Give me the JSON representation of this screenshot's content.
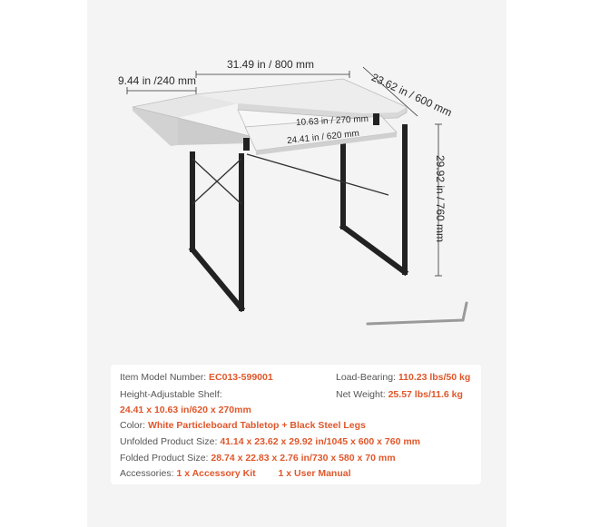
{
  "dimensions": {
    "side_width": "9.44 in /240 mm",
    "width": "31.49 in / 800 mm",
    "depth": "23.62 in / 600 mm",
    "height": "29.92 in / 760 mm",
    "shelf_depth": "10.63 in / 270 mm",
    "shelf_width": "24.41 in / 620 mm"
  },
  "specs": {
    "model_label": "Item Model Number:",
    "model_value": "EC013-599001",
    "load_label": "Load-Bearing:",
    "load_value": "110.23 lbs/50 kg",
    "shelf_label": "Height-Adjustable Shelf:",
    "shelf_value": "24.41 x 10.63 in/620 x 270mm",
    "weight_label": "Net Weight:",
    "weight_value": "25.57 lbs/11.6 kg",
    "color_label": "Color:",
    "color_value": "White Particleboard Tabletop + Black Steel Legs",
    "unfolded_label": "Unfolded Product Size:",
    "unfolded_value": "41.14 x 23.62 x 29.92 in/1045 x 600 x 760 mm",
    "folded_label": "Folded Product Size:",
    "folded_value": "28.74 x 22.83 x 2.76 in/730 x 580 x 70 mm",
    "accessories_label": "Accessories:",
    "accessory_1": "1 x Accessory Kit",
    "accessory_2": "1 x User Manual"
  },
  "colors": {
    "accent": "#e0572b",
    "panel": "#f4f4f4",
    "steel": "#222222"
  }
}
